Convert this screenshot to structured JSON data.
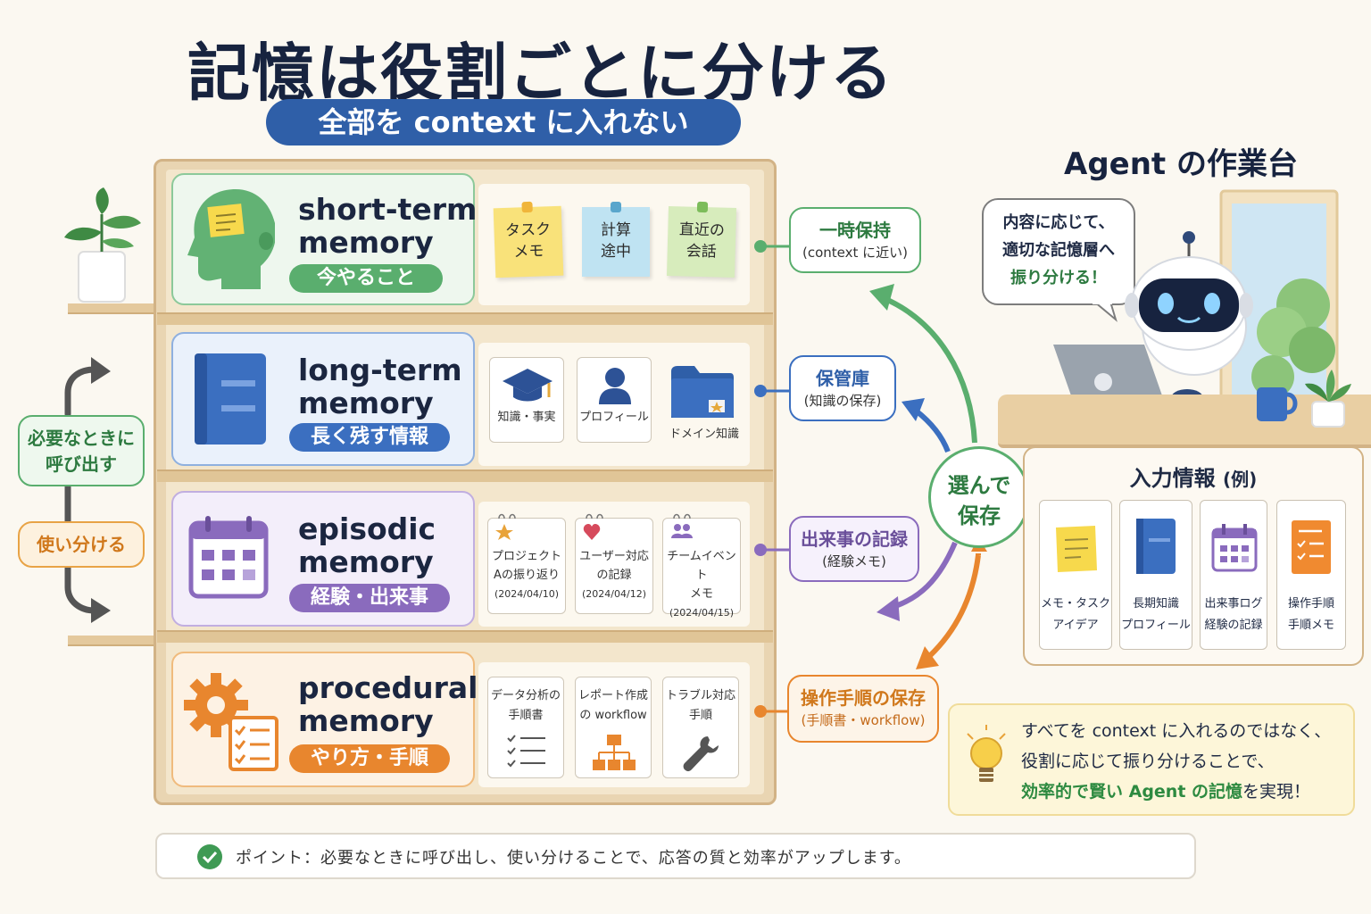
{
  "title": "記憶は役割ごとに分ける",
  "subtitle": "全部を context に入れない",
  "memories": {
    "short": {
      "name1": "short-term",
      "name2": "memory",
      "tag": "今やること",
      "items": [
        "タスク",
        "メモ",
        "計算",
        "途中",
        "直近の",
        "会話"
      ],
      "label_main": "一時保持",
      "label_sub": "(context に近い)"
    },
    "long": {
      "name1": "long-term",
      "name2": "memory",
      "tag": "長く残す情報",
      "items": [
        "知識・事実",
        "プロフィール",
        "ドメイン知識"
      ],
      "label_main": "保管庫",
      "label_sub": "(知識の保存)"
    },
    "episodic": {
      "name1": "episodic",
      "name2": "memory",
      "tag": "経験・出来事",
      "items": [
        {
          "l1": "プロジェクト",
          "l2": "Aの振り返り",
          "date": "(2024/04/10)"
        },
        {
          "l1": "ユーザー対応",
          "l2": "の記録",
          "date": "(2024/04/12)"
        },
        {
          "l1": "チームイベント",
          "l2": "メモ",
          "date": "(2024/04/15)"
        }
      ],
      "label_main": "出来事の記録",
      "label_sub": "(経験メモ)"
    },
    "procedural": {
      "name1": "procedural",
      "name2": "memory",
      "tag": "やり方・手順",
      "items": [
        {
          "l1": "データ分析の",
          "l2": "手順書"
        },
        {
          "l1": "レポート作成",
          "l2": "の workflow"
        },
        {
          "l1": "トラブル対応",
          "l2": "手順"
        }
      ],
      "label_main": "操作手順の保存",
      "label_sub": "(手順書・workflow)"
    }
  },
  "side": {
    "recall1": "必要なときに",
    "recall2": "呼び出す",
    "use": "使い分ける"
  },
  "center": {
    "l1": "選んで",
    "l2": "保存"
  },
  "agent": {
    "title": "Agent の作業台",
    "bubble1": "内容に応じて、",
    "bubble2": "適切な記憶層へ",
    "bubble3": "振り分ける！"
  },
  "input": {
    "title": "入力情報",
    "title_suffix": "(例)",
    "cards": [
      {
        "l1": "メモ・タスク",
        "l2": "アイデア"
      },
      {
        "l1": "長期知識",
        "l2": "プロフィール"
      },
      {
        "l1": "出来事ログ",
        "l2": "経験の記録"
      },
      {
        "l1": "操作手順",
        "l2": "手順メモ"
      }
    ]
  },
  "tip": {
    "line1": "すべてを context に入れるのではなく、",
    "line2": "役割に応じて振り分けることで、",
    "line3a": "効率的で賢い Agent の記憶",
    "line3b": "を実現！"
  },
  "point": "ポイント：必要なときに呼び出し、使い分けることで、応答の質と効率がアップします。",
  "colors": {
    "short": "#5aae6e",
    "long": "#3b6fc0",
    "episodic": "#8a6bbd",
    "procedural": "#e8862e",
    "navy": "#17233f"
  }
}
